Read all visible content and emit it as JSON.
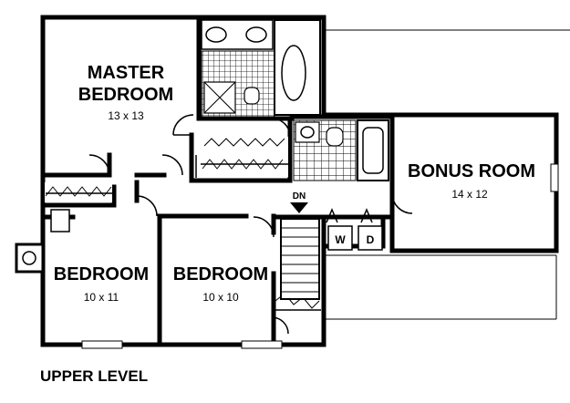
{
  "plan": {
    "level_label": "UPPER LEVEL",
    "stair_label": "DN",
    "rooms": [
      {
        "name": "MASTER",
        "name2": "BEDROOM",
        "size": "13 x 13"
      },
      {
        "name": "BONUS ROOM",
        "size": "14 x 12"
      },
      {
        "name": "BEDROOM",
        "size": "10 x 11"
      },
      {
        "name": "BEDROOM",
        "size": "10 x 10"
      }
    ],
    "appliances": {
      "washer": "W",
      "dryer": "D"
    }
  }
}
